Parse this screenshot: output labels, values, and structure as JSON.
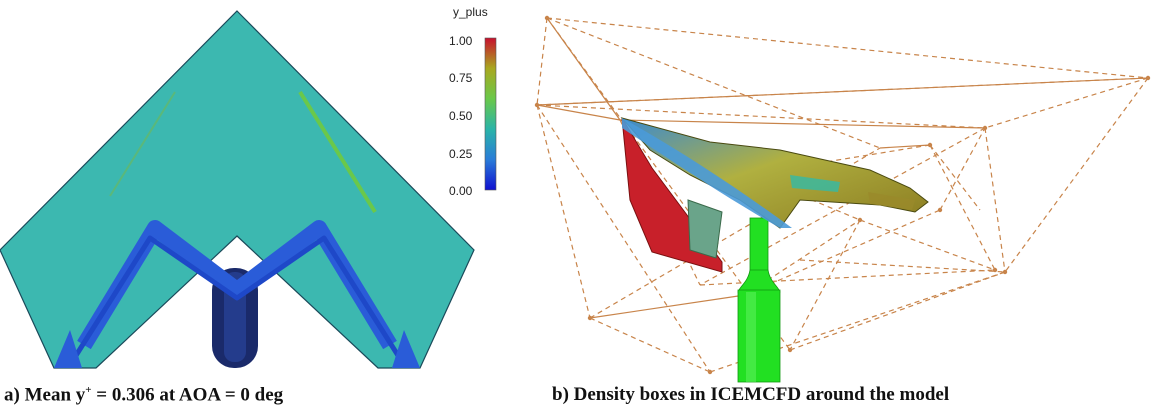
{
  "panel_a": {
    "caption_prefix": "a) Mean y",
    "caption_sup": "+",
    "caption_suffix": " = 0.306 at AOA = 0 deg",
    "colorbar": {
      "title": "y_plus",
      "ticks": [
        "1.00",
        "0.75",
        "0.50",
        "0.25",
        "0.00"
      ],
      "colors": [
        "#c8102e",
        "#a8a820",
        "#6ac84a",
        "#2ab4a8",
        "#2a7cd8",
        "#1010d0"
      ]
    },
    "surface_color": "#3cb8b0",
    "low_color": "#2a5cd8",
    "sting_color": "#1a2a6a"
  },
  "panel_b": {
    "caption": "b) Density boxes in ICEMCFD around the model",
    "box_color": "#c8844a",
    "support_color": "#22e022"
  }
}
